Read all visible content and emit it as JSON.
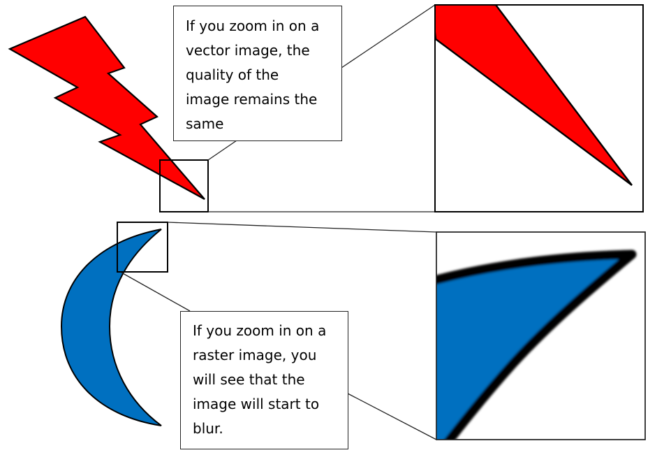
{
  "vector_section": {
    "shape": "lightning-bolt",
    "fill_color": "#FF0000",
    "callout_lines": [
      "If you zoom in on a",
      "vector image, the",
      "quality of the",
      "image remains the",
      "same"
    ]
  },
  "raster_section": {
    "shape": "crescent-moon",
    "fill_color": "#0070C0",
    "callout_lines": [
      "If you zoom in on a",
      "raster image, you",
      "will see that the",
      "image will start to",
      "blur."
    ]
  },
  "colors": {
    "outline": "#000000",
    "background": "#FFFFFF"
  }
}
